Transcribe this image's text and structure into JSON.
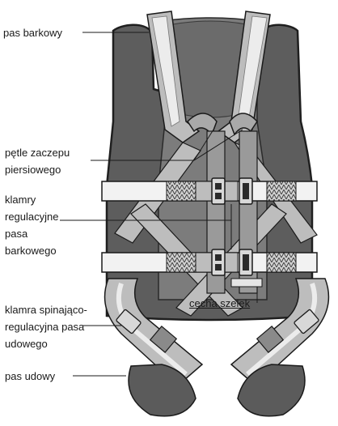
{
  "labels": {
    "shoulder_strap": "pas barkowy",
    "chest_loops": [
      "pętle zaczepu",
      "piersiowego"
    ],
    "shoulder_buckles": [
      "klamry",
      "regulacyjne",
      "pasa",
      "barkowego"
    ],
    "leg_buckle": [
      "klamra spinająco-",
      "regulacyjna pasa",
      "udowego"
    ],
    "leg_strap": "pas udowy",
    "harness_mark": "cecha szelek"
  },
  "colors": {
    "line": "#1a1a1a",
    "vest_border": "#3c3c3c",
    "vest_panel": "#5d5d5d",
    "vest_center": "#7c7c7c",
    "strap_gray": "#bdbdbd",
    "strap_light": "#ececec",
    "strap_dark": "#8a8a8a",
    "leg_pad": "#5b5b5b",
    "buckle": "#d8d8d8",
    "background": "#ffffff"
  }
}
